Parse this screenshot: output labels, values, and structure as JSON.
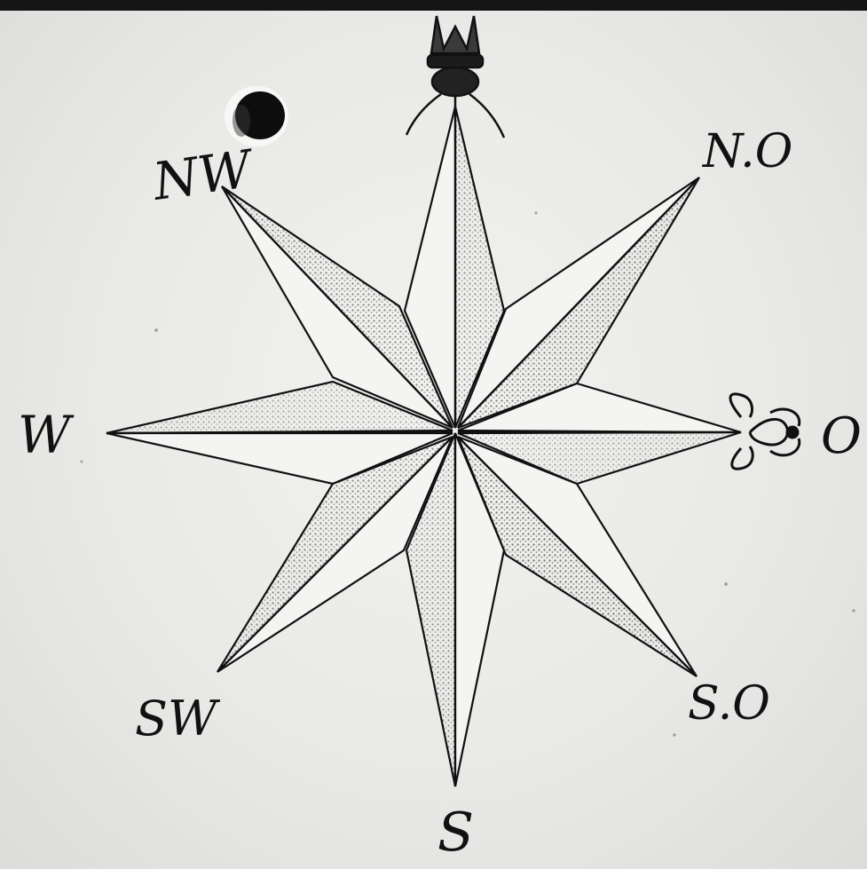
{
  "compass": {
    "labels": {
      "north_west": "NW",
      "north_east": "N.O",
      "west": "W",
      "east": "O",
      "south_west": "SW",
      "south_east": "S.O",
      "south": "S"
    },
    "colors": {
      "paper": "#ececea",
      "ink": "#111111",
      "punch_hole": "#0d0d0d",
      "frame": "#141414"
    },
    "ornaments": {
      "north": "fleur-de-lis-crown",
      "east": "fleur-de-lis"
    }
  }
}
